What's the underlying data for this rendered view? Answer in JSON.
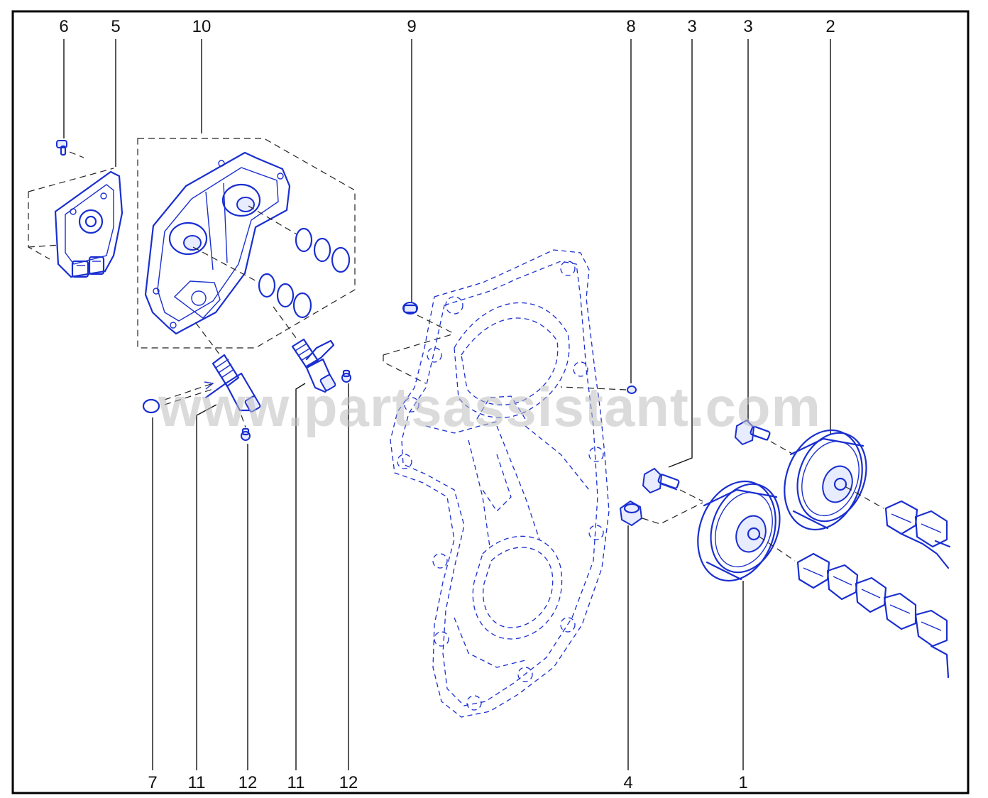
{
  "diagram": {
    "border_color": "#000000",
    "line_color": "#1a2fd0",
    "watermark": "www.partsassistant.com",
    "callouts_top": [
      "6",
      "5",
      "10",
      "9",
      "8",
      "3",
      "3",
      "2"
    ],
    "callouts_bottom": [
      "7",
      "11",
      "12",
      "11",
      "12",
      "4",
      "1"
    ]
  }
}
